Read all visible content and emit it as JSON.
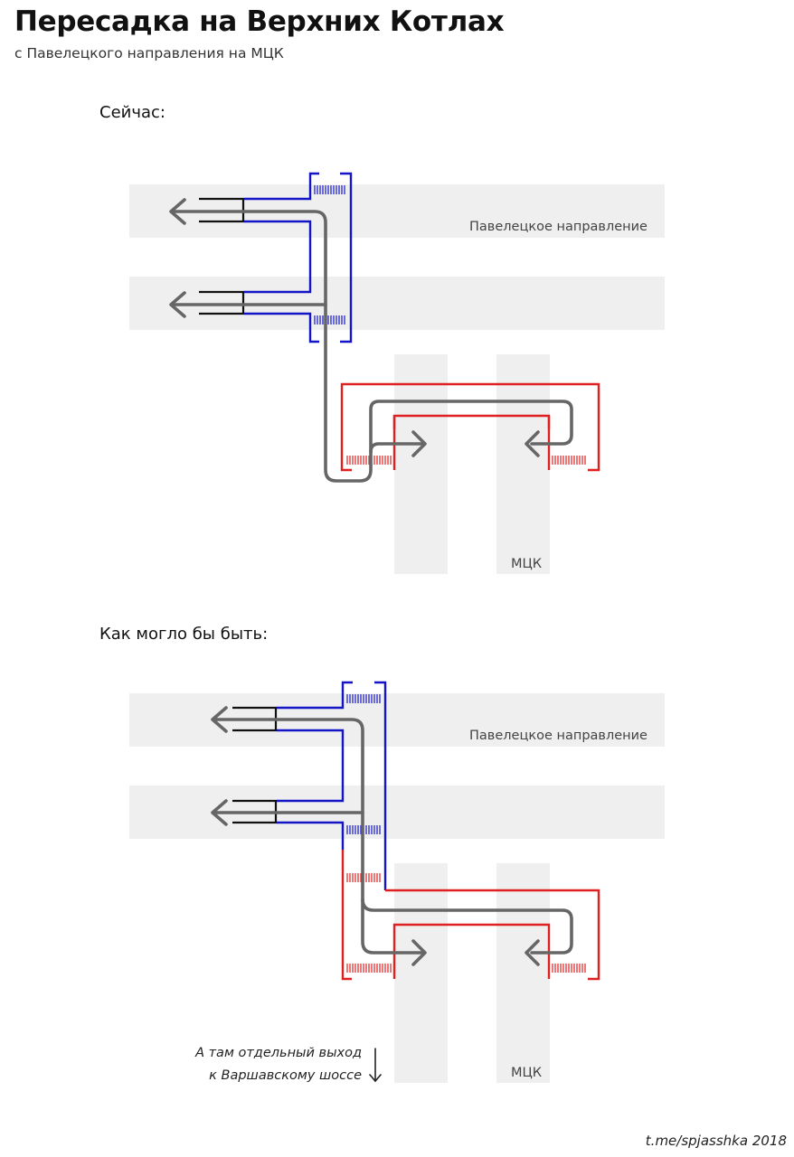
{
  "header": {
    "title": "Пересадка на Верхних Котлах",
    "subtitle": "с Павелецкого направления на МЦК"
  },
  "sections": {
    "current": {
      "heading": "Сейчас:",
      "line_label_top": "Павелецкое направление",
      "line_label_bottom": "МЦК"
    },
    "proposed": {
      "heading": "Как могло бы быть:",
      "line_label_top": "Павелецкое направление",
      "line_label_bottom": "МЦК",
      "note_line1": "А там отдельный выход",
      "note_line2": "к Варшавскому шоссе"
    }
  },
  "credit": "t.me/spjasshka 2018",
  "colors": {
    "band": "#efefef",
    "paveletsky_platform": "#1515c8",
    "mck_platform": "#e02020",
    "route": "#666666",
    "platform_edge": "#111111"
  }
}
